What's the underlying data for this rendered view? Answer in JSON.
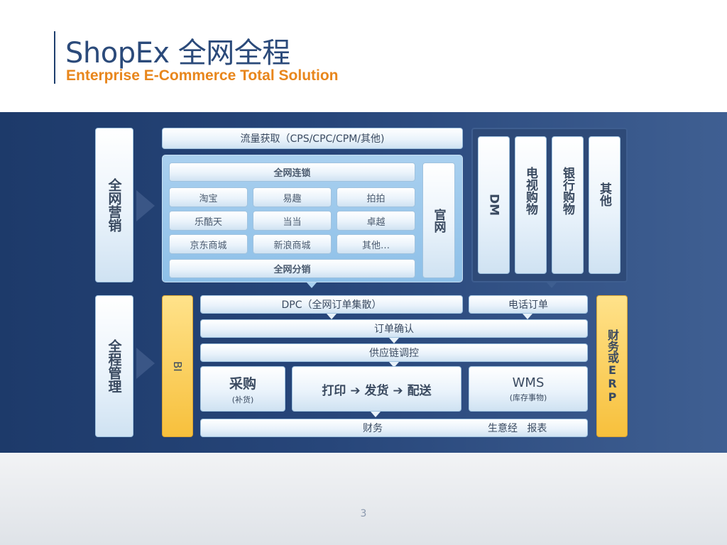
{
  "header": {
    "title": "ShopEx 全网全程",
    "subtitle": "Enterprise E-Commerce Total Solution"
  },
  "left_labels": {
    "marketing": "全网营销",
    "management": "全程管理"
  },
  "marketing": {
    "traffic": "流量获取（CPS/CPC/CPM/其他)",
    "channel_header": "全网连锁",
    "channels": [
      [
        "淘宝",
        "易趣",
        "拍拍"
      ],
      [
        "乐酷天",
        "当当",
        "卓越"
      ],
      [
        "京东商城",
        "新浪商城",
        "其他…"
      ]
    ],
    "distribution": "全网分销",
    "official": "官网",
    "offline": [
      "DM",
      "电视购物",
      "银行购物",
      "其他"
    ]
  },
  "management": {
    "bi": "BI",
    "dpc": "DPC（全网订单集散）",
    "phone_order": "电话订单",
    "confirm": "订单确认",
    "supply_chain": "供应链调控",
    "purchase": "采购",
    "purchase_sub": "(补货)",
    "print_ship": "打印 ➔ 发货 ➔ 配送",
    "wms": "WMS",
    "wms_sub": "(库存事物)",
    "finance": "财务",
    "report": "生意经   报表",
    "erp": "财务或ERP"
  },
  "footer": {
    "page_number": "3"
  },
  "colors": {
    "title": "#2b4a7a",
    "subtitle": "#e8861c",
    "band": "#27467a",
    "accent_orange": "#f7c03c",
    "box_light": "#eaf3fb"
  }
}
